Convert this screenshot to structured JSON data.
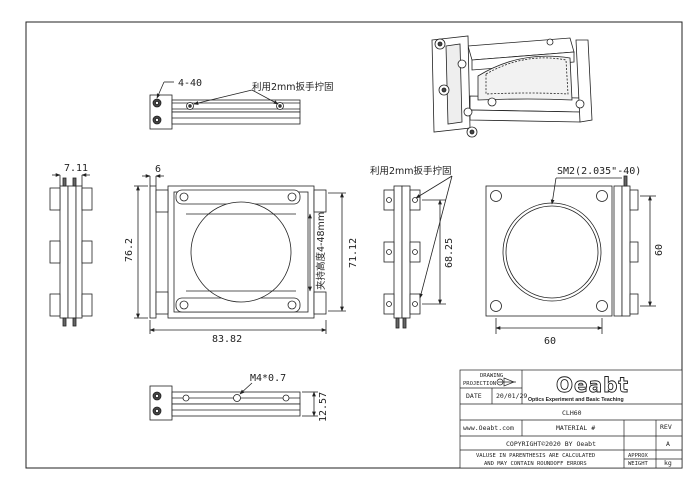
{
  "top_view": {
    "screw_label": "4-40",
    "wrench_note": "利用2mm扳手拧固"
  },
  "front_view": {
    "dim_side_width": "7.11",
    "dim_rail": "6",
    "dim_height": "76.2",
    "dim_width": "83.82",
    "dim_inner": "71.12",
    "clamp_note": "夹持高度4-48mm"
  },
  "side_view": {
    "wrench_note": "利用2mm扳手拧固",
    "dim_height": "68.25"
  },
  "rear_view": {
    "thread_label": "SM2(2.035\"-40)",
    "dim_width": "60",
    "dim_height": "60"
  },
  "bottom_view": {
    "thread_label": "M4*0.7",
    "dim_thickness": "12.57"
  },
  "title_block": {
    "drawing_label": "DRAWING",
    "projection_label": "PROJECTION",
    "logo": "Oeabt",
    "tagline": "Optics Experiment and Basic Teaching",
    "date_label": "DATE",
    "date_value": "20/01/29",
    "part_number": "CLH60",
    "website": "www.Oeabt.com",
    "material_label": "MATERIAL #",
    "rev_label": "REV",
    "rev_value": "A",
    "copyright": "COPYRIGHT©2020 BY Oeabt",
    "disclaimer_line1": "VALUSE IN PARENTHESIS ARE CALCULATED",
    "disclaimer_line2": "AND MAY CONTAIN ROUNDOFF ERRORS",
    "approx_label": "APPROX",
    "weight_label": "WEIGHT",
    "weight_unit": "kg"
  }
}
